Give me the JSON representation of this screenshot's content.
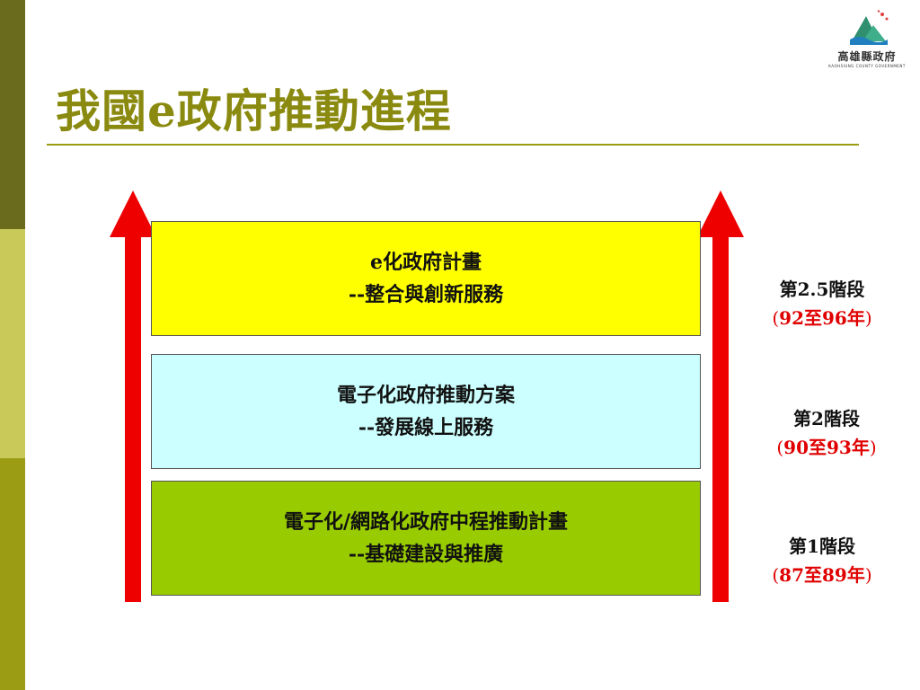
{
  "title": "我國e政府推動進程",
  "logo": {
    "name": "高雄縣政府",
    "subtitle": "KAOHSIUNG COUNTY GOVERNMENT",
    "colors": {
      "mountain": "#2f8f6f",
      "water": "#1f7fbf",
      "accent": "#e04040"
    }
  },
  "colors": {
    "arrow": "#ee0000",
    "box_top": "#ffff00",
    "box_mid": "#ccffff",
    "box_bot": "#99cc00",
    "stripe_dark": "#6b6b1e",
    "stripe_light": "#c9c95a",
    "stripe_mid": "#9c9c14"
  },
  "stages": [
    {
      "plan": "e化政府計畫",
      "goal": "--整合與創新服務",
      "stage_name": "第2.5階段",
      "years": "92至96年",
      "open_paren": "(",
      "close_paren": ")"
    },
    {
      "plan": "電子化政府推動方案",
      "goal": "--發展線上服務",
      "stage_name": "第2階段",
      "years": "90至93年",
      "open_paren": "(",
      "close_paren": ")"
    },
    {
      "plan": "電子化/網路化政府中程推動計畫",
      "goal": "--基礎建設與推廣",
      "stage_name": "第1階段",
      "years": "87至89年",
      "open_paren": "(",
      "close_paren": ")"
    }
  ]
}
